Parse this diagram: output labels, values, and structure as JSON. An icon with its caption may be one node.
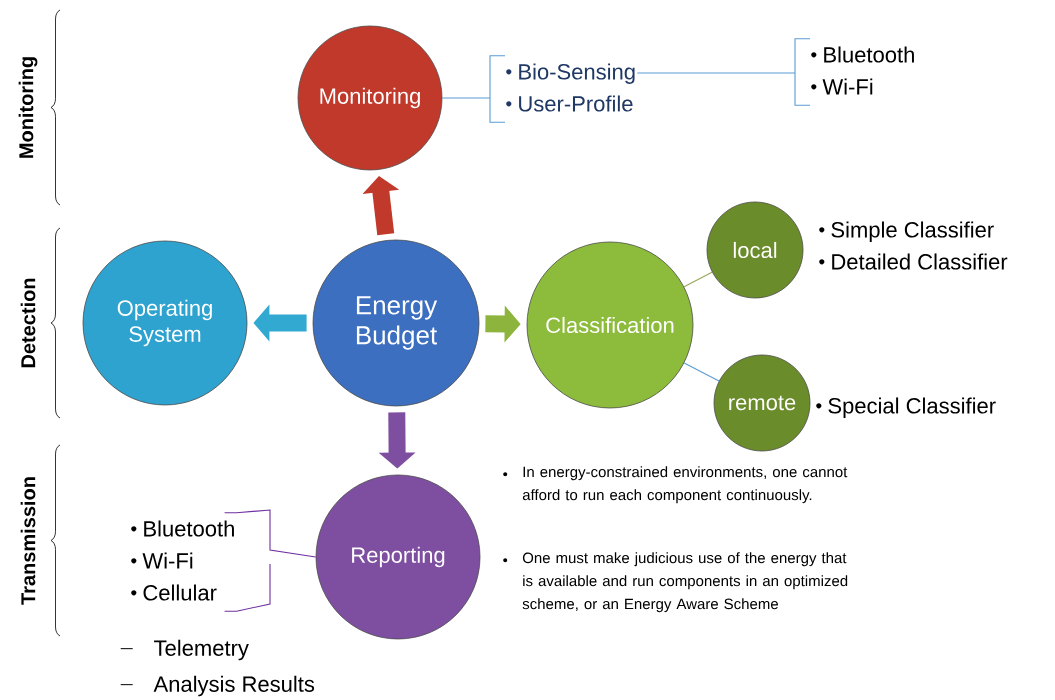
{
  "diagram": {
    "nodes": [
      {
        "text": [
          "Monitoring"
        ]
      },
      {
        "text": [
          "Operating System"
        ]
      },
      {
        "text": [
          "Energy Budget"
        ]
      },
      {
        "text": [
          "Classification"
        ]
      },
      {
        "text": [
          "local"
        ],
        "beside": [
          "Simple Classifier",
          "Detailed Classifier"
        ]
      },
      {
        "text": [
          "remote"
        ],
        "beside": [
          "Special Classifier"
        ]
      },
      {
        "text": [
          "Reporting"
        ]
      },
      {
        "text": [
          "Bio-Sensing",
          "User-Profile"
        ]
      },
      {
        "text": [
          "Bluetooth",
          "Wi-Fi"
        ]
      },
      {
        "text": [
          "Bluetooth",
          "Wi-Fi",
          "Cellular"
        ]
      }
    ],
    "edges": [
      {
        "from": 2,
        "to": 0,
        "arrow": "to",
        "style": "thick",
        "color": "#c0392b"
      },
      {
        "from": 2,
        "to": 1,
        "arrow": "to",
        "style": "thick",
        "color": "#31a9d0"
      },
      {
        "from": 2,
        "to": 3,
        "arrow": "to",
        "style": "thick",
        "color": "#8db43c"
      },
      {
        "from": 2,
        "to": 6,
        "arrow": "to",
        "style": "thick",
        "color": "#7e4fa0"
      },
      {
        "from": 3,
        "to": 4,
        "arrow": "none",
        "color": "#9aa35a"
      },
      {
        "from": 3,
        "to": 5,
        "arrow": "none",
        "color": "#5b9bd5"
      },
      {
        "from": 0,
        "to": 7,
        "arrow": "none",
        "color": "#5b9bd5"
      },
      {
        "from": 7,
        "to": 8,
        "arrow": "none",
        "color": "#5b9bd5"
      },
      {
        "from": 9,
        "to": 6,
        "arrow": "none",
        "color": "#7030a0"
      }
    ],
    "labels": [
      "Monitoring",
      "Detection",
      "Transmission",
      "Telemetry",
      "Analysis Results",
      "In energy-constrained environments, one cannot afford to run each component continuously.",
      "One must make judicious use of the energy that is available and run components in an optimized scheme, or an Energy Aware Scheme"
    ]
  }
}
